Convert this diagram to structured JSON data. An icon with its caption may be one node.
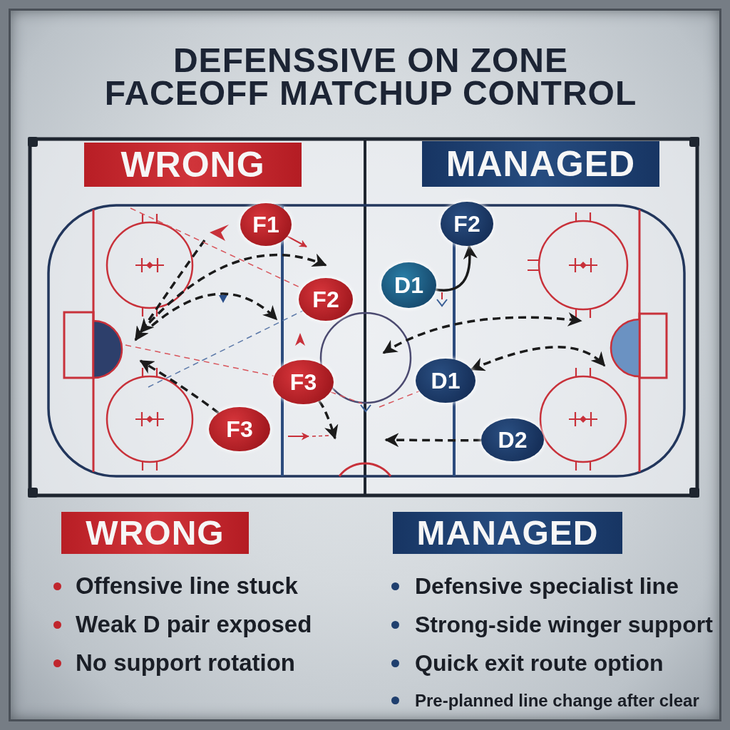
{
  "diagram": {
    "title": "DEFENSSIVE ON ZONE FACEOFF MATCHUP CONTROL",
    "nodes": [
      {
        "text": [
          "WRONG"
        ]
      },
      {
        "text": [
          "MANAGED"
        ]
      },
      {
        "text": [
          "F1"
        ]
      },
      {
        "text": [
          "F2"
        ]
      },
      {
        "text": [
          "F3"
        ]
      },
      {
        "text": [
          "F3"
        ]
      },
      {
        "text": [
          "F2"
        ]
      },
      {
        "text": [
          "D1"
        ]
      },
      {
        "text": [
          "D1"
        ]
      },
      {
        "text": [
          "D2"
        ]
      },
      {
        "text": [
          "WRONG"
        ]
      },
      {
        "text": [
          "MANAGED"
        ]
      }
    ],
    "edges": [
      {
        "from": 5,
        "to": null,
        "arrow": "to",
        "style": "dashed"
      },
      {
        "from": 4,
        "to": null,
        "arrow": "to",
        "style": "dashed"
      },
      {
        "from": 7,
        "to": 6,
        "arrow": "to"
      },
      {
        "from": 8,
        "to": null,
        "arrow": "both",
        "style": "dashed"
      },
      {
        "from": 9,
        "to": null,
        "arrow": "to",
        "style": "dashed"
      },
      {
        "from": 2,
        "to": null,
        "arrow": "to",
        "color": "#c8313a"
      },
      {
        "from": null,
        "to": 3,
        "arrow": "none",
        "style": "dashed",
        "color": "#d8545b"
      },
      {
        "from": null,
        "to": 3,
        "arrow": "none",
        "style": "dashed",
        "color": "#5b78a8"
      },
      {
        "from": null,
        "to": 4,
        "arrow": "none",
        "style": "dashed",
        "color": "#d8545b"
      },
      {
        "from": 4,
        "to": null,
        "arrow": "none",
        "style": "dashed",
        "color": "#d8545b"
      },
      {
        "from": null,
        "to": 8,
        "arrow": "none",
        "style": "dashed",
        "color": "#d8545b"
      }
    ],
    "labels": [
      "Offensive line stuck",
      "Weak D pair exposed",
      "No support rotation",
      "Defensive specialist line",
      "Strong-side winger support",
      "Quick exit route option",
      "Pre-planned line change after clear"
    ]
  }
}
